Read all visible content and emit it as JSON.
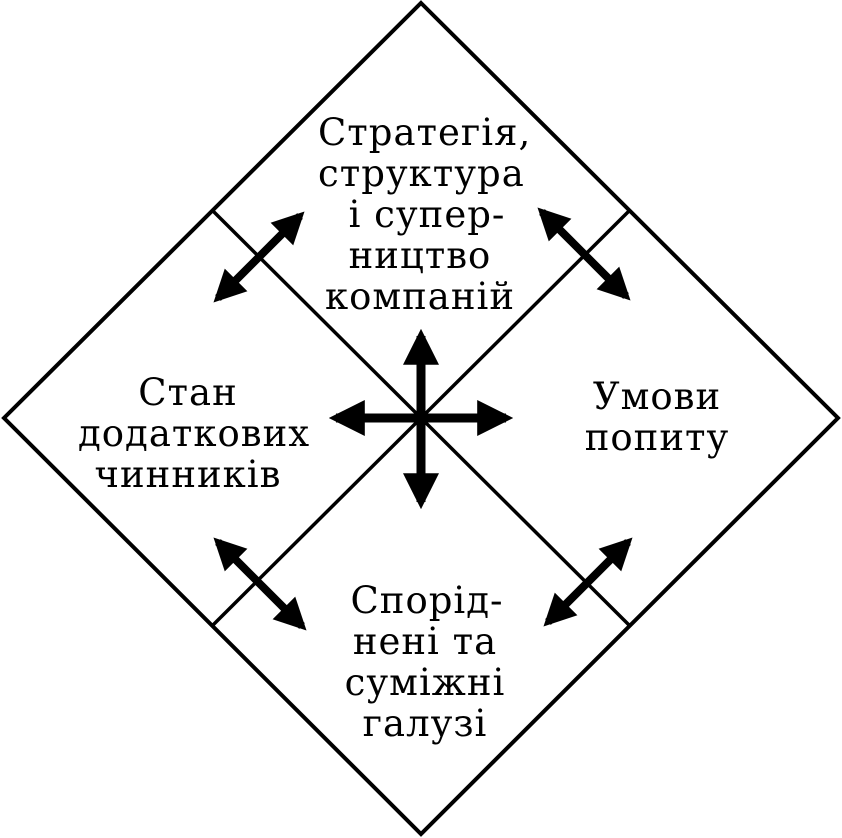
{
  "diagram": {
    "strategy": {
      "lines": [
        "Стратегія,",
        "структура",
        "і супер-",
        "ництво",
        "компаній"
      ]
    },
    "factor_conditions": {
      "lines": [
        "Стан",
        "додаткових",
        "чинників"
      ]
    },
    "demand_conditions": {
      "lines": [
        "Умови",
        "попиту"
      ]
    },
    "related_industries": {
      "lines": [
        "Спорід-",
        "нені та",
        "суміжні",
        "галузі"
      ]
    },
    "colors": {
      "stroke": "#000000",
      "background": "#ffffff"
    }
  }
}
